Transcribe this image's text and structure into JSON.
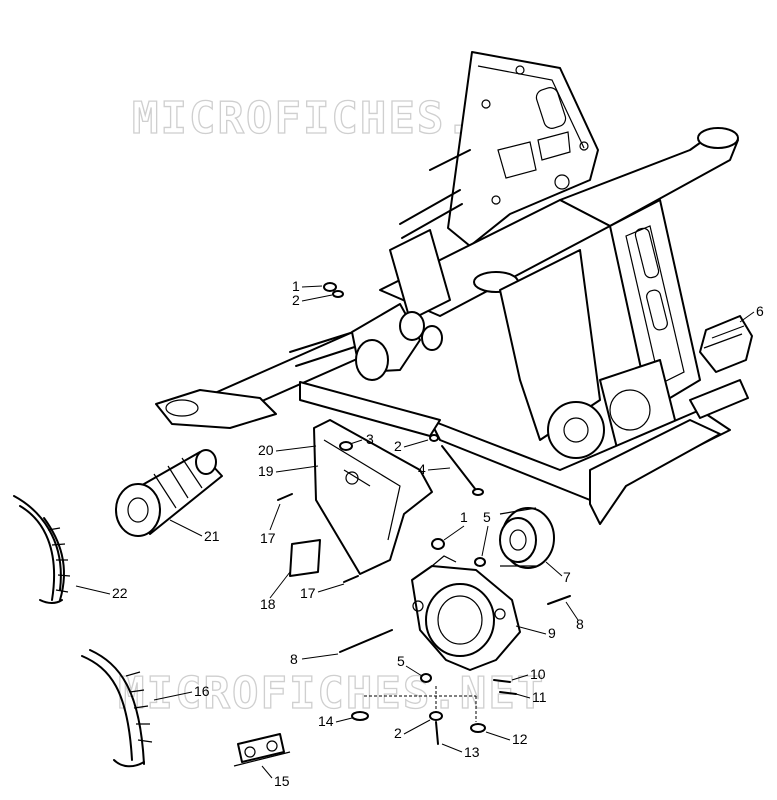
{
  "watermark": "MICROFICHES.NET",
  "callouts": [
    {
      "id": "c1a",
      "label": "1"
    },
    {
      "id": "c2a",
      "label": "2"
    },
    {
      "id": "c3",
      "label": "3"
    },
    {
      "id": "c2b",
      "label": "2"
    },
    {
      "id": "c4",
      "label": "4"
    },
    {
      "id": "c20",
      "label": "20"
    },
    {
      "id": "c19",
      "label": "19"
    },
    {
      "id": "c17a",
      "label": "17"
    },
    {
      "id": "c21",
      "label": "21"
    },
    {
      "id": "c22",
      "label": "22"
    },
    {
      "id": "c18",
      "label": "18"
    },
    {
      "id": "c17b",
      "label": "17"
    },
    {
      "id": "c6",
      "label": "6"
    },
    {
      "id": "c1b",
      "label": "1"
    },
    {
      "id": "c5a",
      "label": "5"
    },
    {
      "id": "c7",
      "label": "7"
    },
    {
      "id": "c8a",
      "label": "8"
    },
    {
      "id": "c9",
      "label": "9"
    },
    {
      "id": "c8b",
      "label": "8"
    },
    {
      "id": "c5b",
      "label": "5"
    },
    {
      "id": "c10",
      "label": "10"
    },
    {
      "id": "c11",
      "label": "11"
    },
    {
      "id": "c16",
      "label": "16"
    },
    {
      "id": "c14",
      "label": "14"
    },
    {
      "id": "c2c",
      "label": "2"
    },
    {
      "id": "c12",
      "label": "12"
    },
    {
      "id": "c13",
      "label": "13"
    },
    {
      "id": "c15",
      "label": "15"
    }
  ]
}
